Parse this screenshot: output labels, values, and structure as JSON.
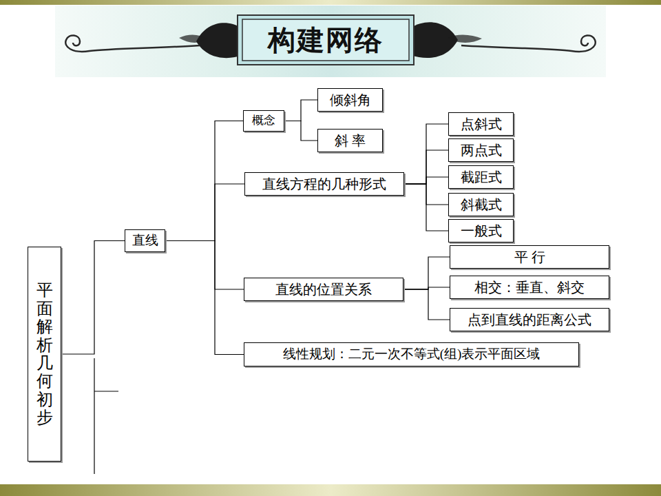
{
  "diagram": {
    "title": "构建网络",
    "nodes": [
      {
        "text": [
          "平面解析几何初步"
        ]
      },
      {
        "text": [
          "直线"
        ]
      },
      {
        "text": [
          "概念"
        ]
      },
      {
        "text": [
          "倾斜角"
        ]
      },
      {
        "text": [
          "斜 率"
        ]
      },
      {
        "text": [
          "直线方程的几种形式"
        ]
      },
      {
        "text": [
          "点斜式"
        ]
      },
      {
        "text": [
          "两点式"
        ]
      },
      {
        "text": [
          "截距式"
        ]
      },
      {
        "text": [
          "斜截式"
        ]
      },
      {
        "text": [
          "一般式"
        ]
      },
      {
        "text": [
          "直线的位置关系"
        ]
      },
      {
        "text": [
          "平 行"
        ]
      },
      {
        "text": [
          "相交：垂直、斜交"
        ]
      },
      {
        "text": [
          "点到直线的距离公式"
        ]
      },
      {
        "text": [
          "线性规划：二元一次不等式(组)表示平面区域"
        ]
      }
    ],
    "edges": [
      {
        "from": 0,
        "to": 1,
        "arrow": "none"
      },
      {
        "from": 1,
        "to": 2,
        "arrow": "none"
      },
      {
        "from": 1,
        "to": 5,
        "arrow": "none"
      },
      {
        "from": 1,
        "to": 11,
        "arrow": "none"
      },
      {
        "from": 1,
        "to": 15,
        "arrow": "none"
      },
      {
        "from": 2,
        "to": 3,
        "arrow": "none"
      },
      {
        "from": 2,
        "to": 4,
        "arrow": "none"
      },
      {
        "from": 5,
        "to": 6,
        "arrow": "none"
      },
      {
        "from": 5,
        "to": 7,
        "arrow": "none"
      },
      {
        "from": 5,
        "to": 8,
        "arrow": "none"
      },
      {
        "from": 5,
        "to": 9,
        "arrow": "none"
      },
      {
        "from": 5,
        "to": 10,
        "arrow": "none"
      },
      {
        "from": 11,
        "to": 12,
        "arrow": "none"
      },
      {
        "from": 11,
        "to": 13,
        "arrow": "none"
      },
      {
        "from": 11,
        "to": 14,
        "arrow": "none"
      }
    ]
  }
}
